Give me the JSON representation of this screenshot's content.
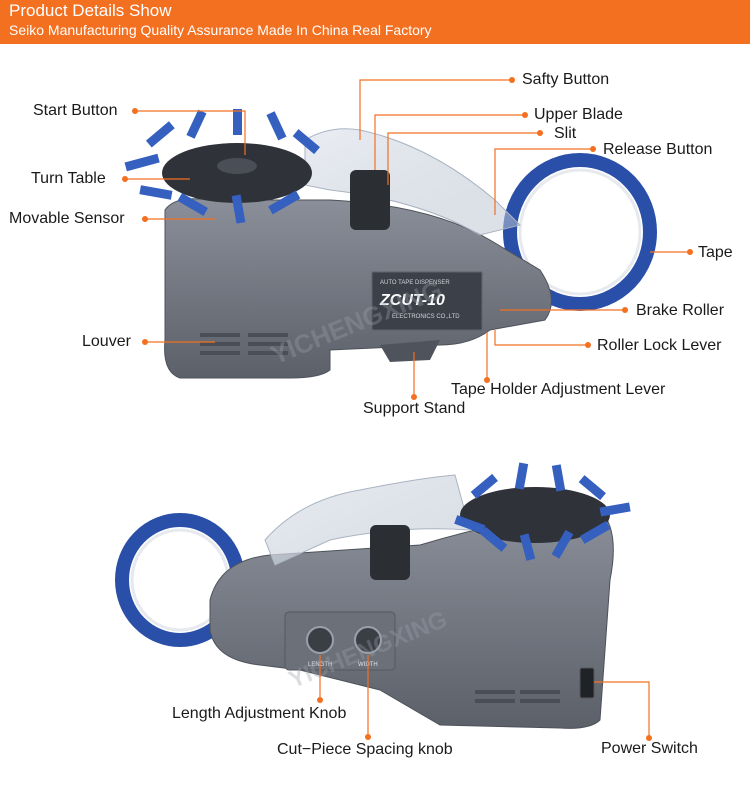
{
  "header": {
    "title": "Product Details Show",
    "subtitle": "Seiko Manufacturing Quality Assurance Made In China Real Factory"
  },
  "labels": {
    "safty_button": "Safty Button",
    "start_button": "Start Button",
    "upper_blade": "Upper Blade",
    "slit": "Slit",
    "release_button": "Release Button",
    "turn_table": "Turn Table",
    "movable_sensor": "Movable Sensor",
    "tape": "Tape",
    "brake_roller": "Brake Roller",
    "louver": "Louver",
    "roller_lock_lever": "Roller Lock Lever",
    "tape_holder_adjustment_lever": "Tape Holder Adjustment Lever",
    "support_stand": "Support Stand",
    "length_adjustment_knob": "Length Adjustment Knob",
    "cut_piece_spacing_knob": "Cut−Piece Spacing knob",
    "power_switch": "Power Switch"
  },
  "device": {
    "brand_text": "AUTO TAPE DISPENSER",
    "model_text": "ZCUT-10",
    "company_text": "ELECTRONICS CO.,LTD",
    "knob_label_length": "LENGTH",
    "knob_label_width": "WIDTH"
  },
  "watermark": "YICHENGXING",
  "colors": {
    "banner": "#f37021",
    "leader_line": "#f37021",
    "body": "#707580",
    "tape": "#2a4fa8"
  }
}
